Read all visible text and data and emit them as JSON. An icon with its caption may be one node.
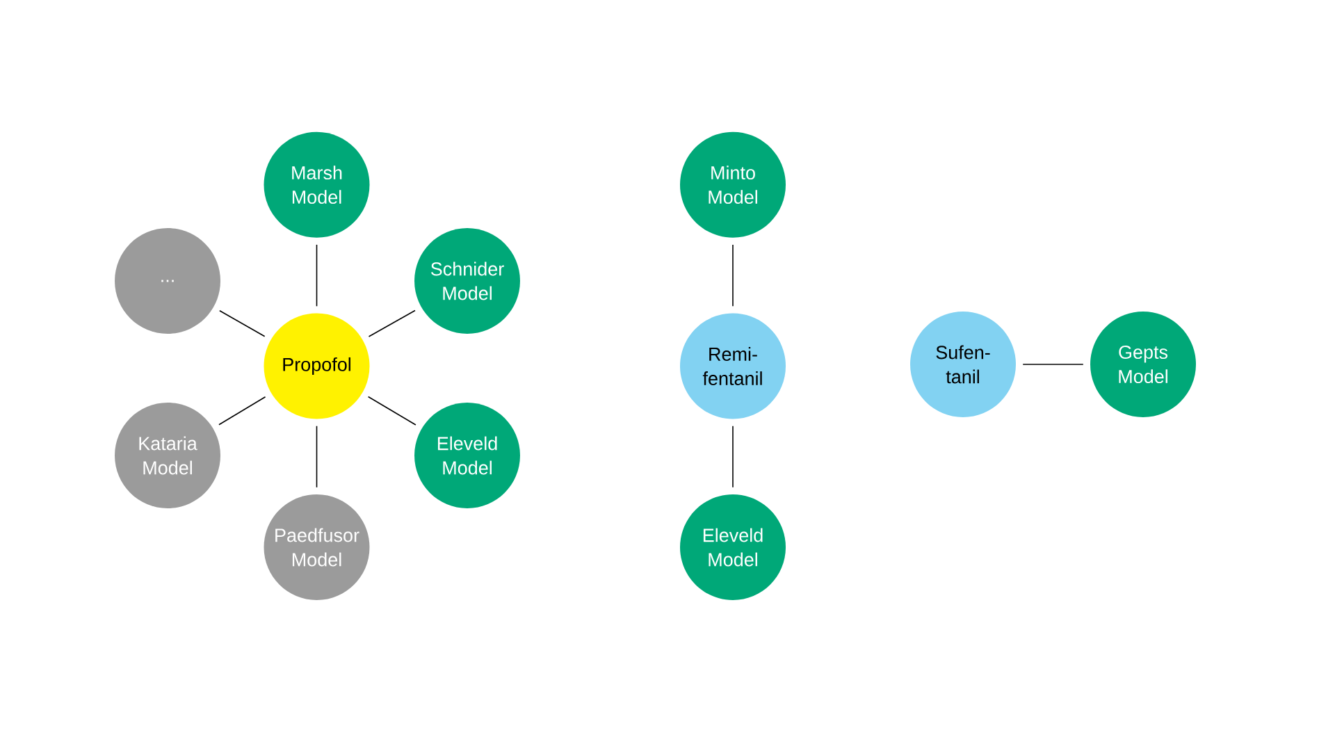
{
  "diagram": {
    "nodes": [
      {
        "text": [
          "Propofol"
        ]
      },
      {
        "text": [
          "Marsh Model"
        ]
      },
      {
        "text": [
          "Schnider Model"
        ]
      },
      {
        "text": [
          "Eleveld Model"
        ]
      },
      {
        "text": [
          "Paedfusor Model"
        ]
      },
      {
        "text": [
          "Kataria Model"
        ]
      },
      {
        "text": [
          "..."
        ]
      },
      {
        "text": [
          "Minto Model"
        ]
      },
      {
        "text": [
          "Remi- fentanil"
        ]
      },
      {
        "text": [
          "Eleveld Model"
        ]
      },
      {
        "text": [
          "Sufen- tanil"
        ]
      },
      {
        "text": [
          "Gepts Model"
        ]
      }
    ],
    "edges": [
      {
        "from": 0,
        "to": 1,
        "arrow": "none"
      },
      {
        "from": 0,
        "to": 2,
        "arrow": "none"
      },
      {
        "from": 0,
        "to": 3,
        "arrow": "none"
      },
      {
        "from": 0,
        "to": 4,
        "arrow": "none"
      },
      {
        "from": 0,
        "to": 5,
        "arrow": "none"
      },
      {
        "from": 0,
        "to": 6,
        "arrow": "none"
      },
      {
        "from": 8,
        "to": 7,
        "arrow": "none"
      },
      {
        "from": 8,
        "to": 9,
        "arrow": "none"
      },
      {
        "from": 10,
        "to": 11,
        "arrow": "none"
      }
    ]
  }
}
